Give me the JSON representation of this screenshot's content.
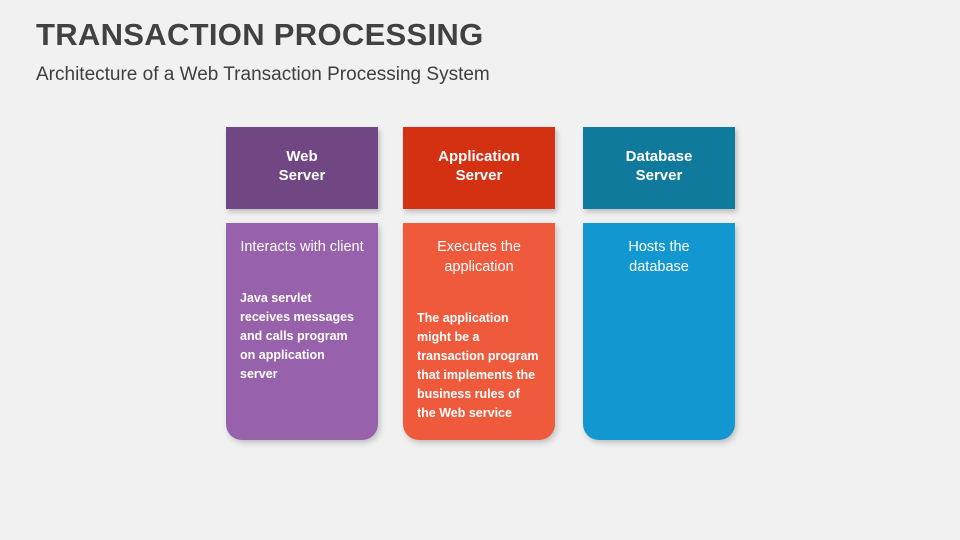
{
  "slide": {
    "title": "TRANSACTION PROCESSING",
    "subtitle": "Architecture of a Web Transaction Processing System",
    "background_color": "#f1f1f1",
    "title_color": "#414141"
  },
  "columns": [
    {
      "header": "Web Server",
      "header_line1": "Web",
      "header_line2": "Server",
      "subhead": "Interacts with client",
      "body": "Java servlet receives messages and calls program on application server",
      "header_color": "#704683",
      "body_color": "#9761ac"
    },
    {
      "header": "Application Server",
      "header_line1": "Application",
      "header_line2": "Server",
      "subhead": "Executes the application",
      "body": "The application might be a transaction program that implements the business rules of the Web service",
      "header_color": "#d43113",
      "body_color": "#f05a3c"
    },
    {
      "header": "Database Server",
      "header_line1": "Database",
      "header_line2": "Server",
      "subhead": "Hosts the database",
      "body": "",
      "header_color": "#0f7a9c",
      "body_color": "#1397d0"
    }
  ]
}
